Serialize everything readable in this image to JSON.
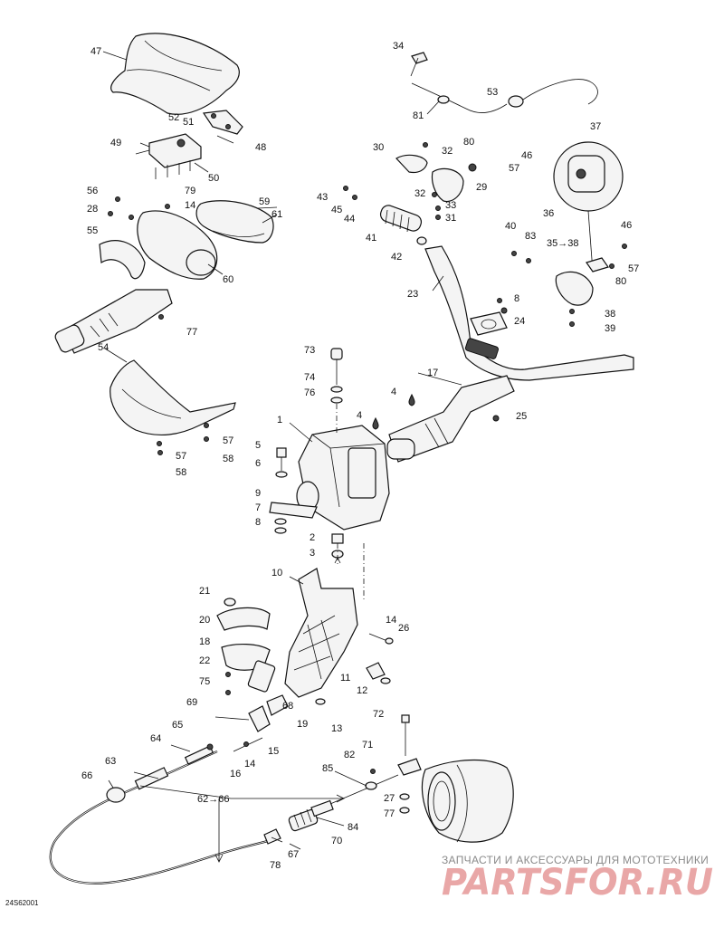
{
  "diagram": {
    "drawing_code": "24S62001",
    "labels": {
      "p1": "1",
      "p2": "2",
      "p3": "3",
      "p4a": "4",
      "p4b": "4",
      "p5": "5",
      "p6": "6",
      "p7": "7",
      "p8a": "8",
      "p8b": "8",
      "p9": "9",
      "p10": "10",
      "p11": "11",
      "p12": "12",
      "p13": "13",
      "p14a": "14",
      "p14b": "14",
      "p14c": "14",
      "p15": "15",
      "p16": "16",
      "p17": "17",
      "p18": "18",
      "p19": "19",
      "p20": "20",
      "p21": "21",
      "p22": "22",
      "p23": "23",
      "p24": "24",
      "p25": "25",
      "p26": "26",
      "p27": "27",
      "p28": "28",
      "p29": "29",
      "p30": "30",
      "p31": "31",
      "p32a": "32",
      "p32b": "32",
      "p33": "33",
      "p34": "34",
      "p35_38": "35→38",
      "p36": "36",
      "p37": "37",
      "p38": "38",
      "p39": "39",
      "p40": "40",
      "p41": "41",
      "p42": "42",
      "p43": "43",
      "p44": "44",
      "p45": "45",
      "p46a": "46",
      "p46b": "46",
      "p47": "47",
      "p48": "48",
      "p49": "49",
      "p50": "50",
      "p51": "51",
      "p52": "52",
      "p53": "53",
      "p54": "54",
      "p55": "55",
      "p56": "56",
      "p57a": "57",
      "p57b": "57",
      "p57c": "57",
      "p57d": "57",
      "p58a": "58",
      "p58b": "58",
      "p59": "59",
      "p60": "60",
      "p61": "61",
      "p62_66": "62→66",
      "p63": "63",
      "p64": "64",
      "p65": "65",
      "p66": "66",
      "p67": "67",
      "p68": "68",
      "p69": "69",
      "p70": "70",
      "p71": "71",
      "p72": "72",
      "p73": "73",
      "p74": "74",
      "p75": "75",
      "p76": "76",
      "p77a": "77",
      "p77b": "77",
      "p78": "78",
      "p79": "79",
      "p80a": "80",
      "p80b": "80",
      "p81": "81",
      "p82": "82",
      "p83": "83",
      "p84": "84",
      "p85": "85"
    }
  },
  "watermark": {
    "caption": "ЗАПЧАСТИ И АКСЕССУАРЫ ДЛЯ МОТОТЕХНИКИ",
    "brand": "PARTSFOR.RU"
  }
}
